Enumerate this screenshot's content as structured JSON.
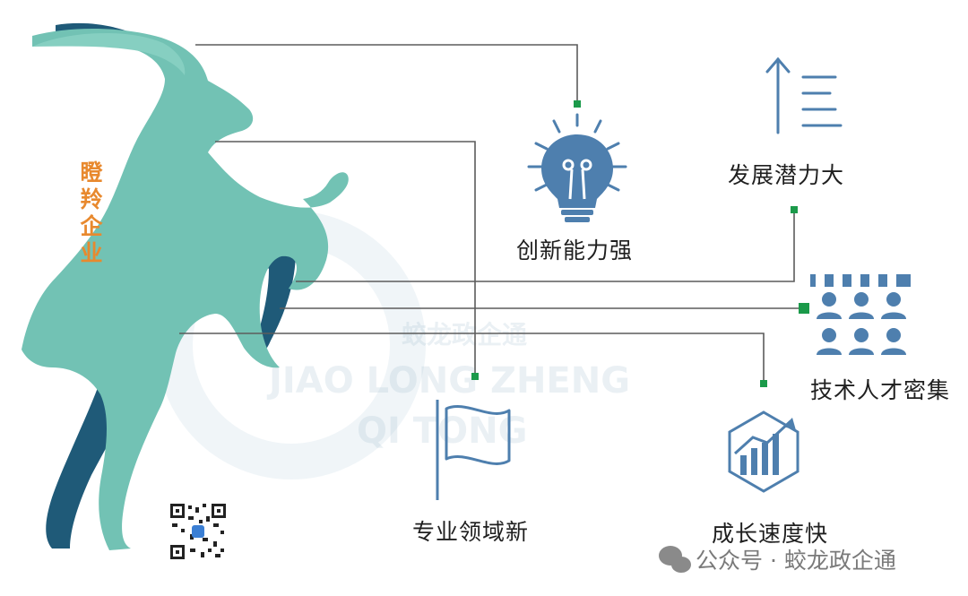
{
  "title_vertical": [
    "瞪",
    "羚",
    "企",
    "业"
  ],
  "features": {
    "innovation": "创新能力强",
    "potential": "发展潜力大",
    "talent": "技术人才密集",
    "specialty": "专业领域新",
    "growth": "成长速度快"
  },
  "watermark": {
    "cn": "蛟龙政企通",
    "en_line1": "JIAO LONG ZHENG",
    "en_line2": "QI TONG"
  },
  "footer": {
    "text": "公众号 · 蛟龙政企通"
  },
  "colors": {
    "goat_light": "#72c2b4",
    "goat_dark": "#1f5a78",
    "connector": "#5c5c5c",
    "node": "#1b9a4a",
    "icon": "#4e7fae",
    "title": "#e8892e"
  }
}
